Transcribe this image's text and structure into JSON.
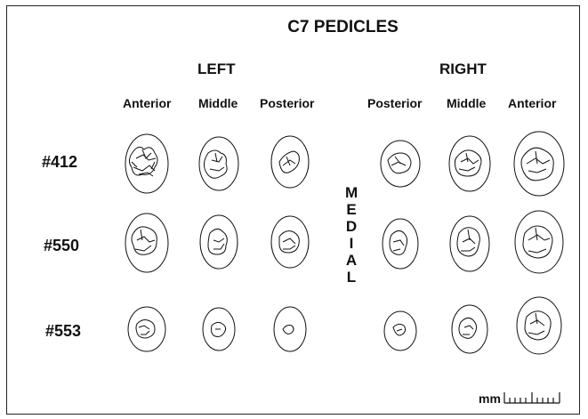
{
  "title": "C7 PEDICLES",
  "sides": {
    "left": "LEFT",
    "right": "RIGHT"
  },
  "columns": {
    "left": [
      "Anterior",
      "Middle",
      "Posterior"
    ],
    "right": [
      "Posterior",
      "Middle",
      "Anterior"
    ]
  },
  "specimens": [
    "#412",
    "#550",
    "#553"
  ],
  "medial_letters": [
    "M",
    "E",
    "D",
    "I",
    "A",
    "L"
  ],
  "scale_unit": "mm",
  "colors": {
    "line": "#111111",
    "background": "#ffffff"
  }
}
